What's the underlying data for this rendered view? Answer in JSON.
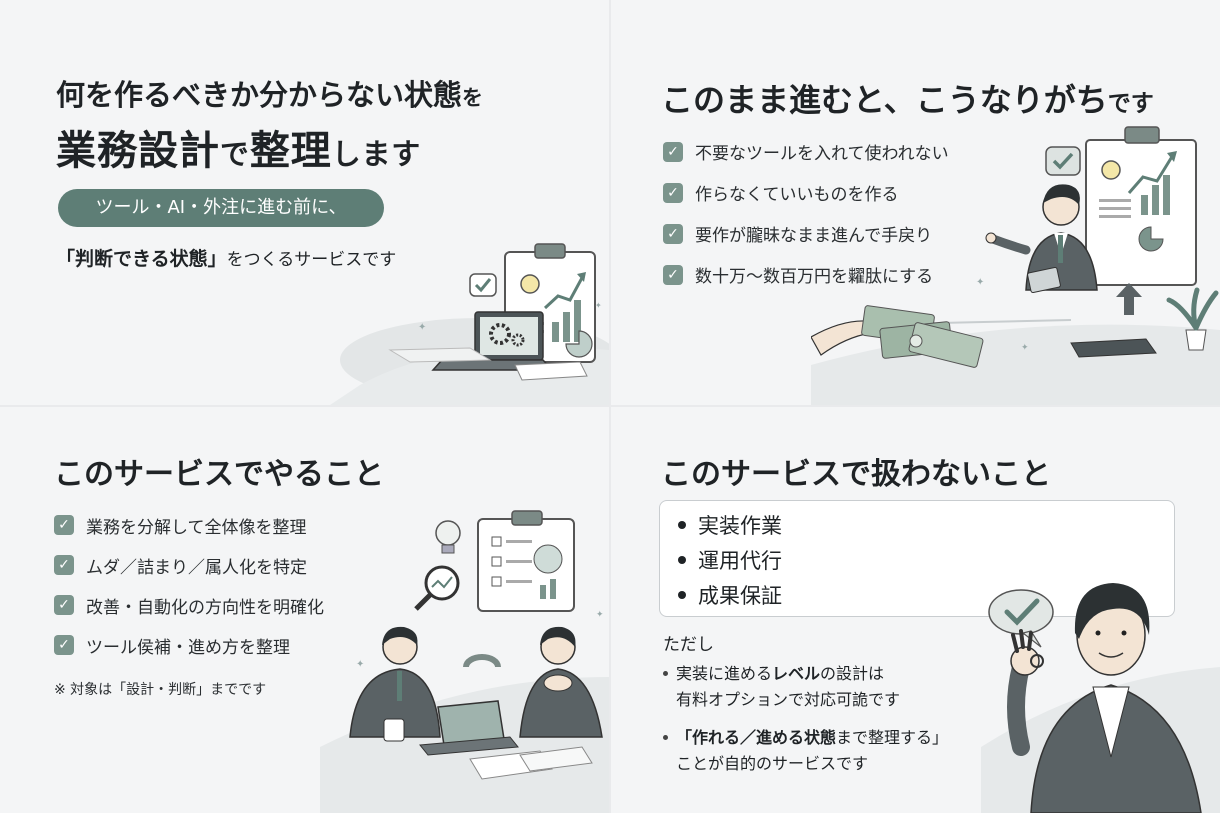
{
  "panel1": {
    "title_line1_a": "何を作るべきか分からない状態",
    "title_line1_b": "を",
    "title_line2_a": "業務設計",
    "title_line2_b": "で",
    "title_line2_c": "整理",
    "title_line2_d": "します",
    "pill": "ツール・AI・外注に進む前に、",
    "subtitle_bold": "「判断できる状態」",
    "subtitle_rest": "をつくるサービスです"
  },
  "panel2": {
    "title_main": "このまま進むと、こうなりがち",
    "title_small": "です",
    "items": [
      "不要なツールを入れて使われない",
      "作らなくていいものを作る",
      "要作が朧昧なまま進んで手戻り",
      "数十万〜数百万円を糶肽にする"
    ]
  },
  "panel3": {
    "title": "このサービスでやること",
    "items": [
      "業務を分解して全体像を整理",
      "ムダ／詰まり／属人化を特定",
      "改善・自動化の方向性を明確化",
      "ツール侯補・進め方を整理"
    ],
    "note": "※ 対象は「設計・判断」までです"
  },
  "panel4": {
    "title": "このサービスで扱わないこと",
    "excluded": [
      "実装作業",
      "運用代行",
      "成果保証"
    ],
    "tadashi": "ただし",
    "note1_a": "実装に進める",
    "note1_bold": "レベル",
    "note1_b": "の設計は",
    "note1_line2": "有料オプションで対応可詭です",
    "note2_bold": "「作れる／進める状態",
    "note2_a": "まで整理する」",
    "note2_line2": "ことが自的のサービスです"
  },
  "colors": {
    "accent": "#5e7e76",
    "check": "#7b948c",
    "panel_bg": "#f4f5f6",
    "text": "#1f2326"
  }
}
